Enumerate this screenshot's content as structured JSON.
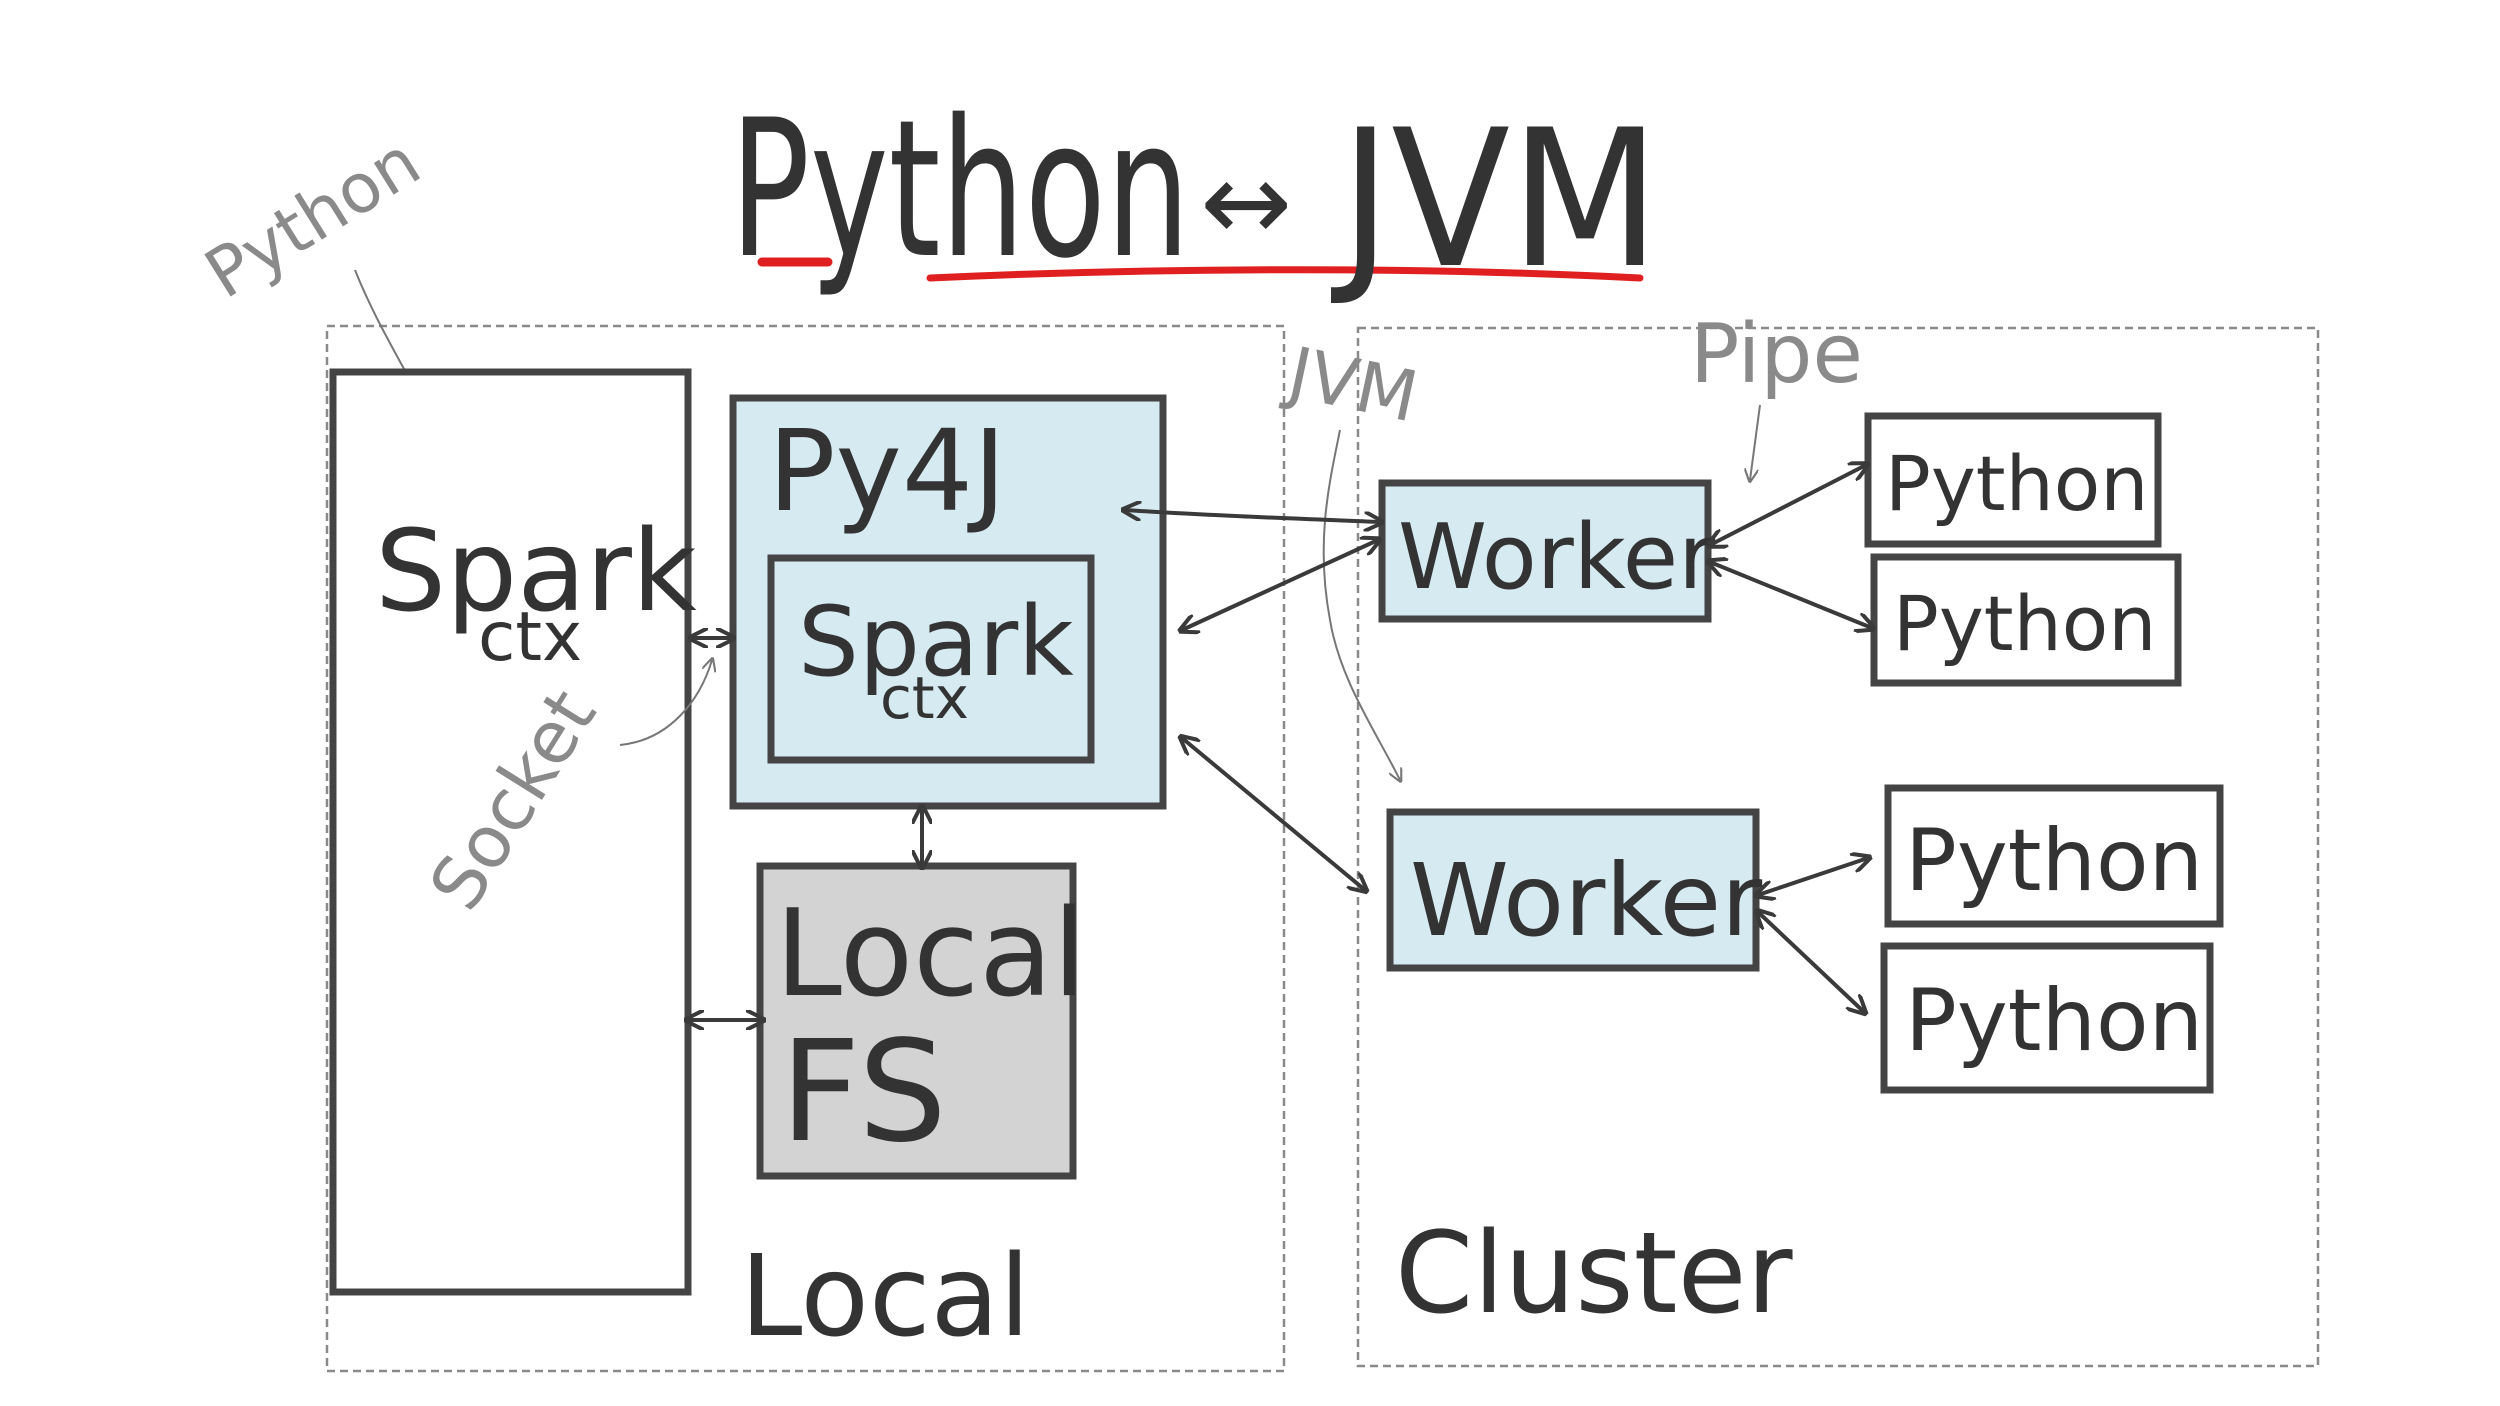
{
  "title": {
    "left": "Python",
    "arrow": "↔",
    "right": "JVM"
  },
  "annotations": {
    "python": "Python",
    "socket": "Socket",
    "jvm": "JVM",
    "pipe": "Pipe"
  },
  "local": {
    "region_label": "Local",
    "spark_ctx": [
      "Spark",
      "ctx"
    ],
    "py4j": "Py4J",
    "inner_spark_ctx": [
      "Spark",
      "ctx"
    ],
    "local_fs": [
      "Local",
      "FS"
    ]
  },
  "cluster": {
    "region_label": "Cluster",
    "workers": [
      {
        "label": "Worker",
        "pythons": [
          "Python",
          "Python"
        ]
      },
      {
        "label": "Worker",
        "pythons": [
          "Python",
          "Python"
        ]
      }
    ]
  },
  "colors": {
    "py4j_fill": "#d6eaf2",
    "worker_fill": "#d6eaf2",
    "local_fs_fill": "#d3d3d3",
    "title_underline": "#e02020",
    "stroke": "#444444"
  }
}
